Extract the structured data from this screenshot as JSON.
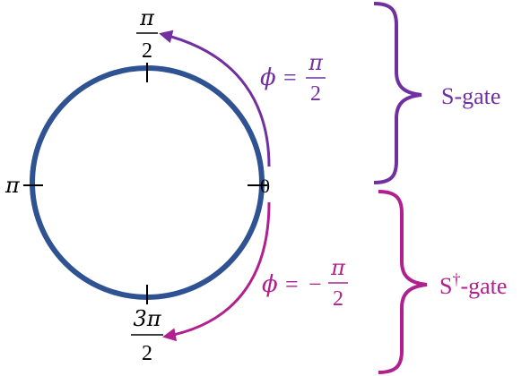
{
  "colors": {
    "circle": "#2f5293",
    "s_gate": "#7030a0",
    "sdag_gate": "#b0208f",
    "text": "#000000"
  },
  "labels": {
    "top_num": "π",
    "top_den": "2",
    "left": "π",
    "right": "0",
    "bottom_num": "3π",
    "bottom_den": "2"
  },
  "s_gate": {
    "phi": "ϕ",
    "eq": "=",
    "sign": "",
    "num": "π",
    "den": "2",
    "name": "S-gate"
  },
  "sdag_gate": {
    "phi": "ϕ",
    "eq": "=",
    "sign": "−",
    "num": "π",
    "den": "2",
    "name_base": "S",
    "name_sup": "†",
    "name_rest": "-gate"
  }
}
